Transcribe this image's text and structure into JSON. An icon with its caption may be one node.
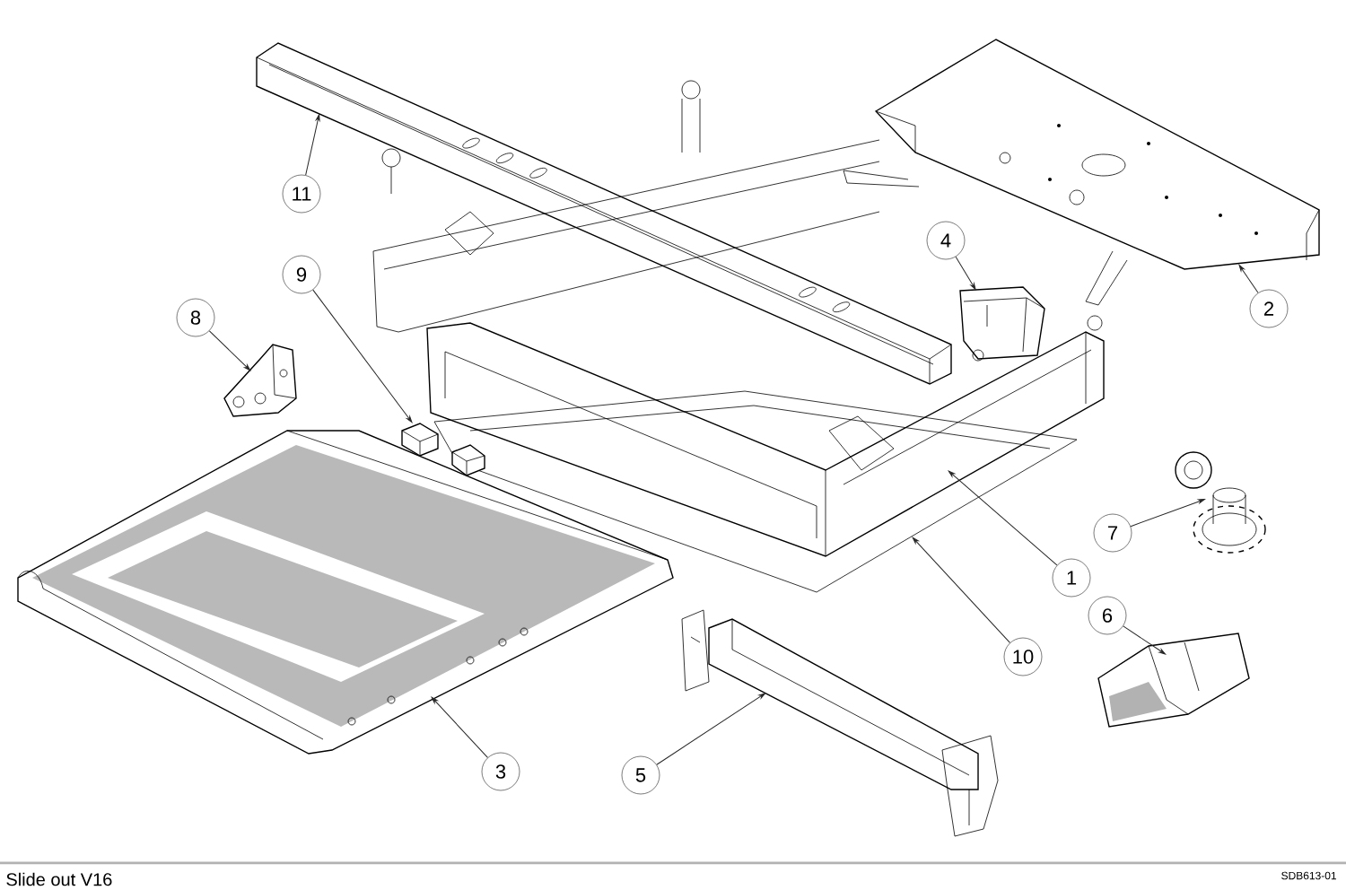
{
  "diagram": {
    "caption": "Slide out V16",
    "nodes": [
      {
        "text": [
          "11"
        ]
      },
      {
        "text": [
          "4"
        ]
      },
      {
        "text": [
          "9"
        ]
      },
      {
        "text": [
          "2"
        ]
      },
      {
        "text": [
          "8"
        ]
      },
      {
        "text": [
          "7"
        ]
      },
      {
        "text": [
          "1"
        ]
      },
      {
        "text": [
          "6"
        ]
      },
      {
        "text": [
          "10"
        ]
      },
      {
        "text": [
          "3"
        ]
      },
      {
        "text": [
          "5"
        ]
      },
      {
        "text": [],
        "shape": "picture"
      },
      {
        "text": [],
        "shape": "picture"
      },
      {
        "text": [],
        "shape": "picture"
      },
      {
        "text": [],
        "shape": "picture"
      },
      {
        "text": [],
        "shape": "picture"
      },
      {
        "text": [],
        "shape": "picture"
      },
      {
        "text": [],
        "shape": "picture"
      },
      {
        "text": [],
        "shape": "picture"
      },
      {
        "text": [],
        "shape": "picture"
      },
      {
        "text": [],
        "shape": "picture"
      },
      {
        "text": [],
        "shape": "picture"
      }
    ],
    "edges": [
      {
        "from": 0,
        "to": 11,
        "arrow": "to"
      },
      {
        "from": 1,
        "to": 12,
        "arrow": "to"
      },
      {
        "from": 2,
        "to": 13,
        "arrow": "to"
      },
      {
        "from": 3,
        "to": 14,
        "arrow": "to"
      },
      {
        "from": 4,
        "to": 15,
        "arrow": "to"
      },
      {
        "from": 5,
        "to": 16,
        "arrow": "to"
      },
      {
        "from": 6,
        "to": 17,
        "arrow": "to"
      },
      {
        "from": 7,
        "to": 18,
        "arrow": "to"
      },
      {
        "from": 8,
        "to": 19,
        "arrow": "to"
      },
      {
        "from": 9,
        "to": 20,
        "arrow": "to"
      },
      {
        "from": 10,
        "to": 21,
        "arrow": "to"
      }
    ],
    "labels": [
      "SDB613-01"
    ]
  }
}
